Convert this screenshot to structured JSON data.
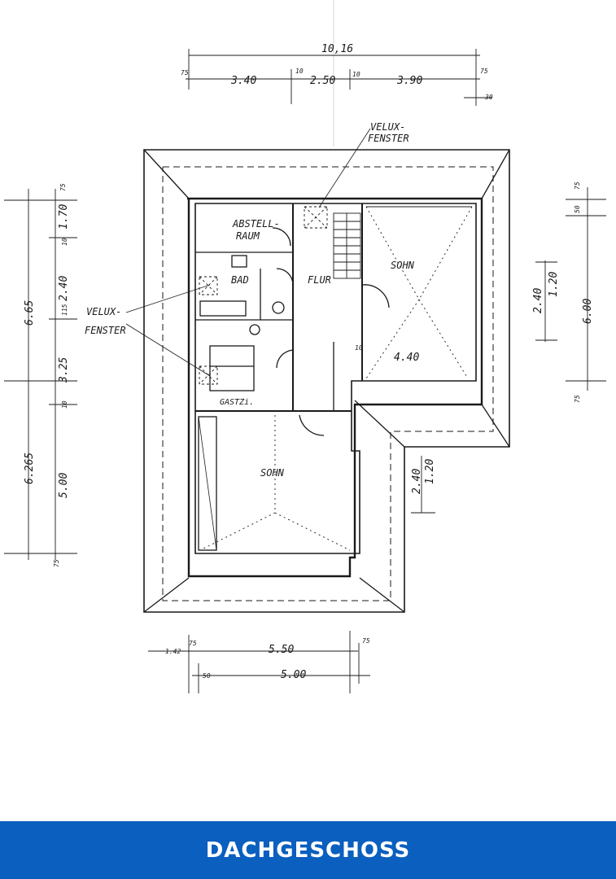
{
  "plan": {
    "top_dims": {
      "overall": "10,16",
      "left": "3.40",
      "middle": "2.50",
      "right": "3.90",
      "gap1": "10",
      "gap2": "10",
      "edge_right": "75",
      "edge_right_small": "30",
      "edge_left": "75"
    },
    "bottom_dims": {
      "outer": "5.50",
      "inner": "5.00",
      "left_small": "1.42",
      "left_small2": "50",
      "edge_left": "75",
      "edge_right": "75"
    },
    "left_dims": {
      "total_upper": "6.65",
      "total_lower": "6.265",
      "seg_75": "75",
      "seg_170": "1.70",
      "seg_10a": "10",
      "seg_240": "2.40",
      "seg_115": "115",
      "seg_325": "3.25",
      "seg_10b": "10",
      "seg_500": "5.00",
      "seg_75b": "75"
    },
    "right_dims": {
      "top_75": "75",
      "top_50": "50",
      "total": "6.00",
      "win_240": "2.40",
      "win_120": "1.20",
      "seg_75": "75"
    },
    "middle_dims": {
      "win_240": "2.40",
      "win_120": "1.20",
      "room_width": "4.40",
      "small_10": "10"
    },
    "labels": {
      "velux_top": "VELUX-",
      "velux_top_2": "FENSTER",
      "velux_left": "VELUX-",
      "velux_left_2": "FENSTER",
      "abstellraum_1": "ABSTELL-",
      "abstellraum_2": "RAUM",
      "bad": "BAD",
      "flur": "FLUR",
      "sohn_top": "SOHN",
      "sohn_bottom": "SOHN",
      "gastzi": "GASTZi."
    }
  },
  "banner": {
    "title": "DACHGESCHOSS",
    "color": "#0a5fbf"
  }
}
